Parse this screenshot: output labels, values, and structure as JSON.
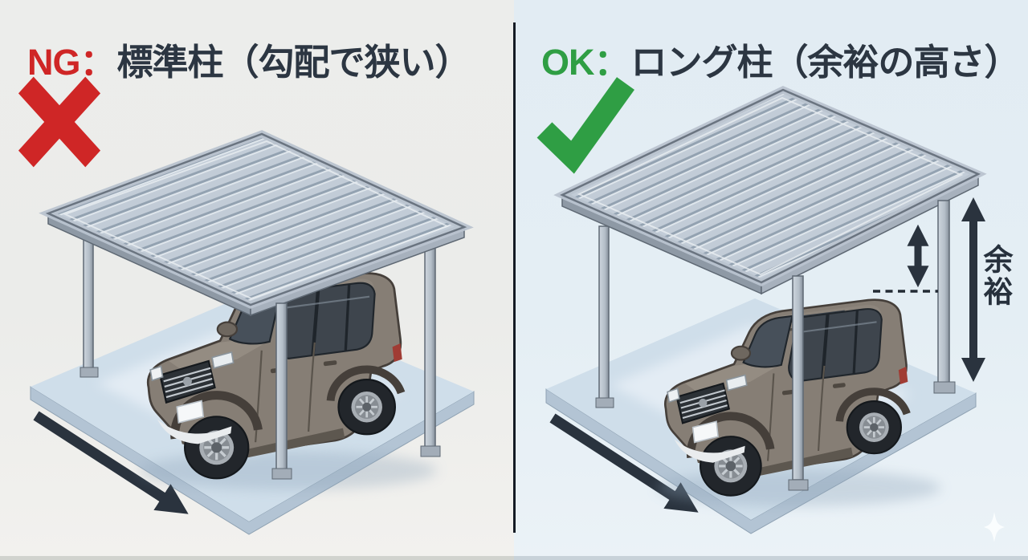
{
  "diagram": {
    "panels": [
      {
        "id": "ng",
        "prefix": "NG：",
        "title": "標準柱（勾配で狭い）",
        "mark_icon": "x-icon",
        "accent_color": "#cf2626"
      },
      {
        "id": "ok",
        "prefix": "OK：",
        "title": "ロング柱（余裕の高さ）",
        "mark_icon": "check-icon",
        "accent_color": "#2f9e44"
      }
    ],
    "clearance_label": "余裕",
    "colors": {
      "title_text": "#2c3642",
      "ng_red": "#cf2626",
      "ok_green": "#2f9e44",
      "annotation_arrow": "#2a333e",
      "roof_metal": "#c2ccd7",
      "floor_slab": "#cfdeea"
    },
    "icons": [
      "x-icon",
      "check-icon",
      "sparkle-icon",
      "ground-direction-arrow-icon",
      "clearance-double-arrow-icon"
    ]
  }
}
